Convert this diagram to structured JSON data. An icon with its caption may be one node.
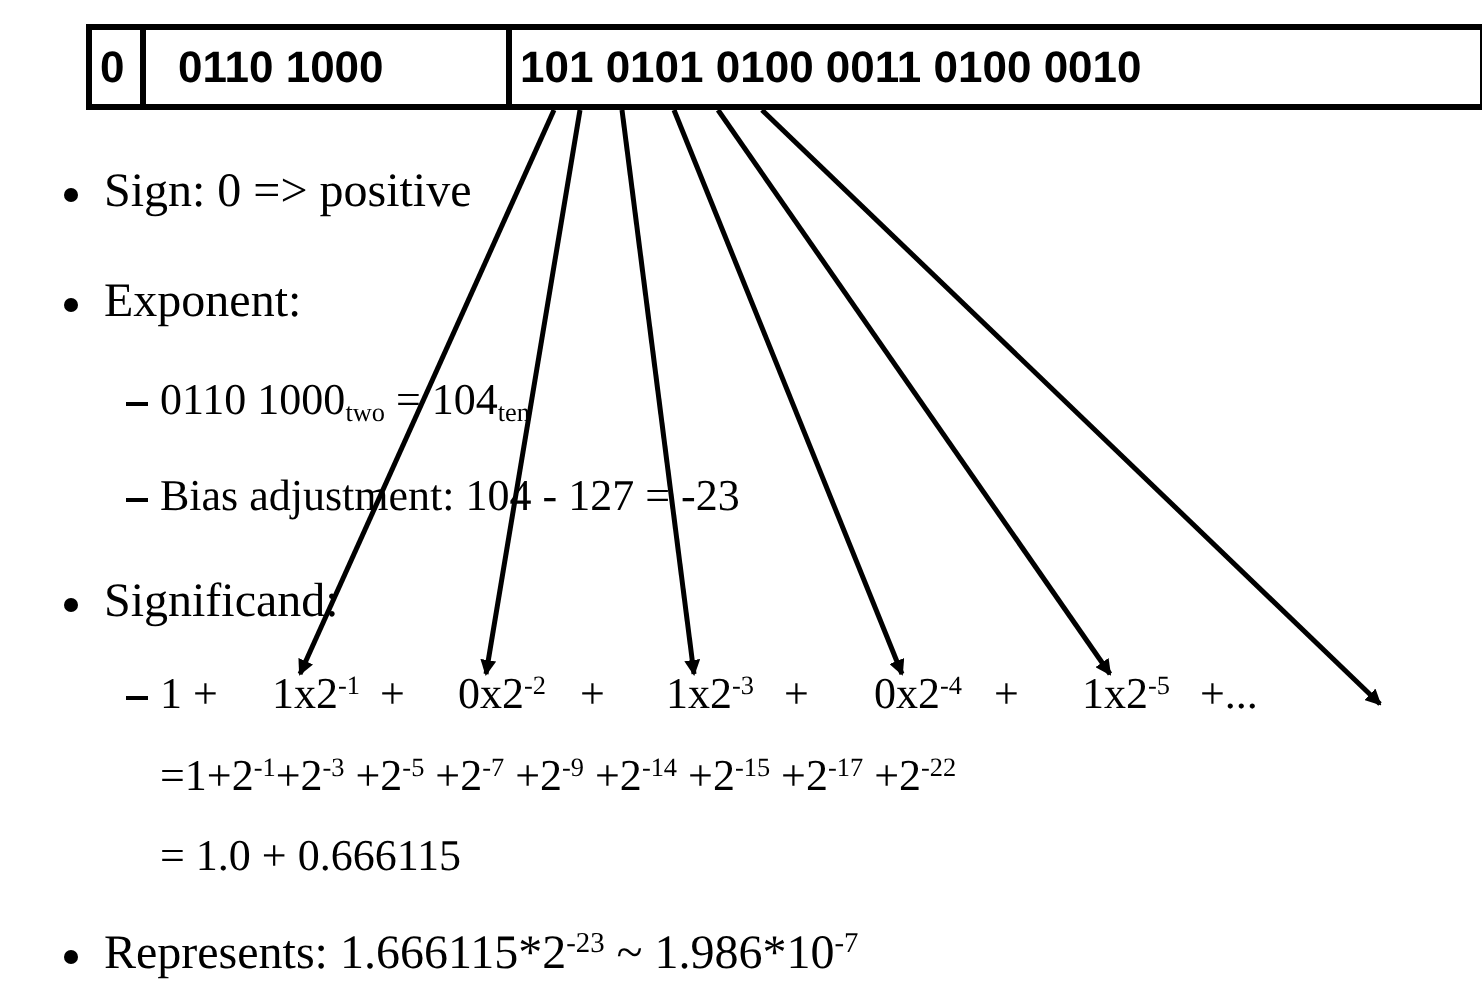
{
  "diagram": {
    "nodes": [
      {
        "text": [
          "0"
        ]
      },
      {
        "text": [
          "0110 1000"
        ]
      },
      {
        "text": [
          "101 0101 0100 0011 0100 0010"
        ]
      },
      {
        "text": [
          "1x2$^{-1}$"
        ]
      },
      {
        "text": [
          "0x2$^{-2}$"
        ]
      },
      {
        "text": [
          "1x2$^{-3}$"
        ]
      },
      {
        "text": [
          "0x2$^{-4}$"
        ]
      },
      {
        "text": [
          "1x2$^{-5}$"
        ]
      }
    ],
    "edges": [
      {
        "from": 2,
        "to": 3,
        "arrow": "to"
      },
      {
        "from": 2,
        "to": 4,
        "arrow": "to"
      },
      {
        "from": 2,
        "to": 5,
        "arrow": "to"
      },
      {
        "from": 2,
        "to": 6,
        "arrow": "to"
      },
      {
        "from": 2,
        "to": 7,
        "arrow": "to"
      },
      {
        "from": 2,
        "to": null,
        "arrow": "to"
      }
    ],
    "labels": [
      "Sign: 0 => positive",
      "Exponent:",
      "0110 1000$_{two}$ = 104$_{ten}$",
      "Bias adjustment: 104 - 127 = -23",
      "Significand:",
      "1 +",
      "+",
      "+",
      "+",
      "+",
      "+...",
      "=1+2$^{-1}$+2$^{-3}$ +2$^{-5}$ +2$^{-7}$ +2$^{-9}$ +2$^{-14}$ +2$^{-15}$ +2$^{-17}$ +2$^{-22}$",
      "= 1.0 + 0.666115",
      "Represents: 1.666115*2$^{-23}$ ~ 1.986*10$^{-7}$"
    ]
  }
}
